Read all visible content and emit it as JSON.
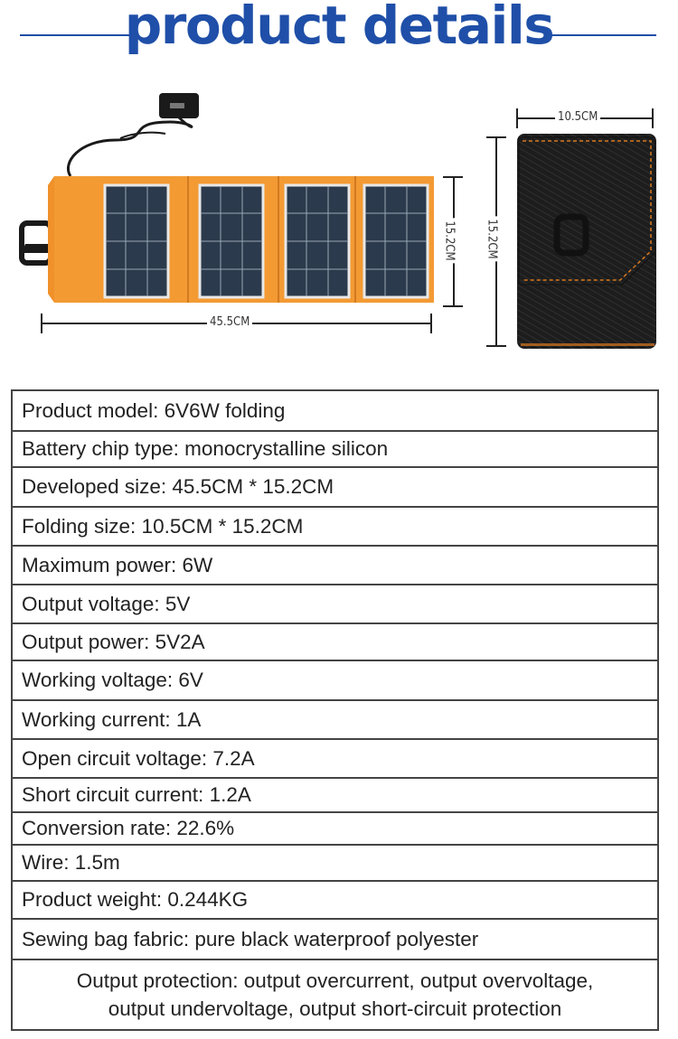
{
  "header": {
    "title": "product details"
  },
  "dimensions": {
    "unfolded_width": "45.5CM",
    "unfolded_height": "15.2CM",
    "folded_width": "10.5CM",
    "folded_height": "15.2CM"
  },
  "colors": {
    "title_blue": "#1f4fa8",
    "panel_orange": "#f0912a",
    "bag_black": "#1a1a1a",
    "stitch_orange": "#d9781f"
  },
  "specs": [
    "Product model: 6V6W folding",
    "Battery chip type: monocrystalline silicon",
    "Developed size: 45.5CM * 15.2CM",
    "Folding size: 10.5CM * 15.2CM",
    "Maximum power: 6W",
    "Output voltage: 5V",
    "Output power: 5V2A",
    "Working voltage: 6V",
    "Working current: 1A",
    "Open circuit voltage: 7.2A",
    "Short circuit current: 1.2A",
    "Conversion rate: 22.6%",
    "Wire: 1.5m",
    "Product weight: 0.244KG",
    "Sewing bag fabric: pure black waterproof polyester"
  ],
  "protection": {
    "line1": "Output protection: output overcurrent, output overvoltage,",
    "line2": "output undervoltage, output short-circuit protection"
  }
}
